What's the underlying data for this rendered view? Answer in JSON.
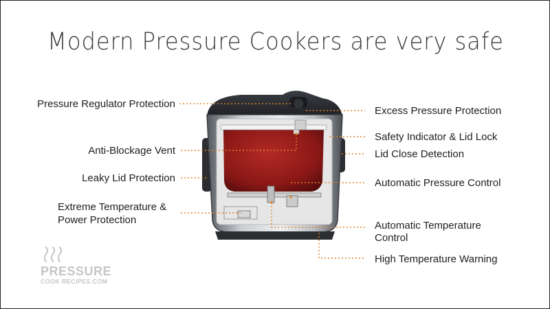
{
  "title": "Modern Pressure Cookers are very safe",
  "labels": {
    "left": {
      "pressure_regulator": "Pressure Regulator Protection",
      "anti_blockage": "Anti-Blockage Vent",
      "leaky_lid": "Leaky Lid Protection",
      "extreme_temp_line1": "Extreme Temperature &",
      "extreme_temp_line2": "Power Protection"
    },
    "right": {
      "excess_pressure": "Excess Pressure Protection",
      "safety_indicator": "Safety Indicator & Lid Lock",
      "lid_close": "Lid Close Detection",
      "auto_pressure": "Automatic Pressure Control",
      "auto_temp_line1": "Automatic Temperature",
      "auto_temp_line2": "Control",
      "high_temp": "High Temperature Warning"
    }
  },
  "logo": {
    "name": "PRESSURE",
    "subtitle": "COOK RECIPES.COM"
  },
  "colors": {
    "leader_line": "#e0822a",
    "pot_red": "#8e1a1a",
    "body_dark": "#2b2d31",
    "logo_gray": "#c6c6c6"
  }
}
